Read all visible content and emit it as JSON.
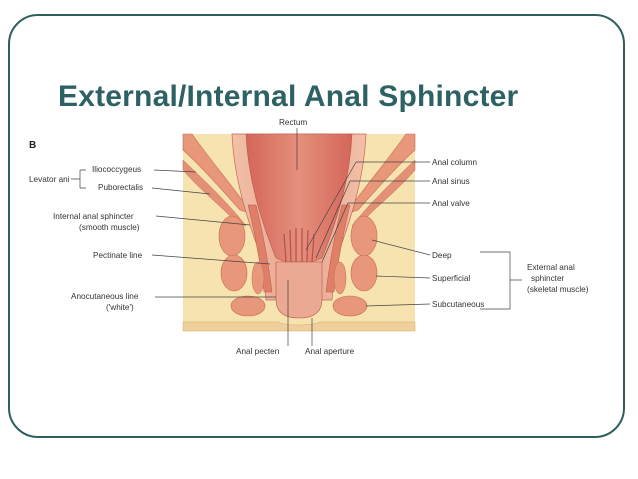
{
  "slide": {
    "title": "External/Internal Anal Sphincter",
    "border_color": "#2f5f5c",
    "title_color": "#2e6163"
  },
  "diagram": {
    "panel_label": "B",
    "labels": {
      "rectum": "Rectum",
      "levator_ani": "Levator ani",
      "iliococcygeus": "Iliococcygeus",
      "puborectalis": "Puborectalis",
      "internal_sphincter_1": "Internal anal sphincter",
      "internal_sphincter_2": "(smooth muscle)",
      "pectinate_line": "Pectinate line",
      "anocutaneous_line_1": "Anocutaneous line",
      "anocutaneous_line_2": "('white')",
      "anal_pecten": "Anal pecten",
      "anal_aperture": "Anal aperture",
      "anal_column": "Anal column",
      "anal_sinus": "Anal sinus",
      "anal_valve": "Anal valve",
      "deep": "Deep",
      "superficial": "Superficial",
      "subcutaneous": "Subcutaneous",
      "external_sphincter_1": "External anal",
      "external_sphincter_2": "sphincter",
      "external_sphincter_3": "(skeletal muscle)"
    },
    "colors": {
      "fat_tissue": "#f6e3b0",
      "muscle": "#e9977a",
      "rectal_wall": "#e89a83",
      "mucosa": "#d96f5f"
    }
  }
}
